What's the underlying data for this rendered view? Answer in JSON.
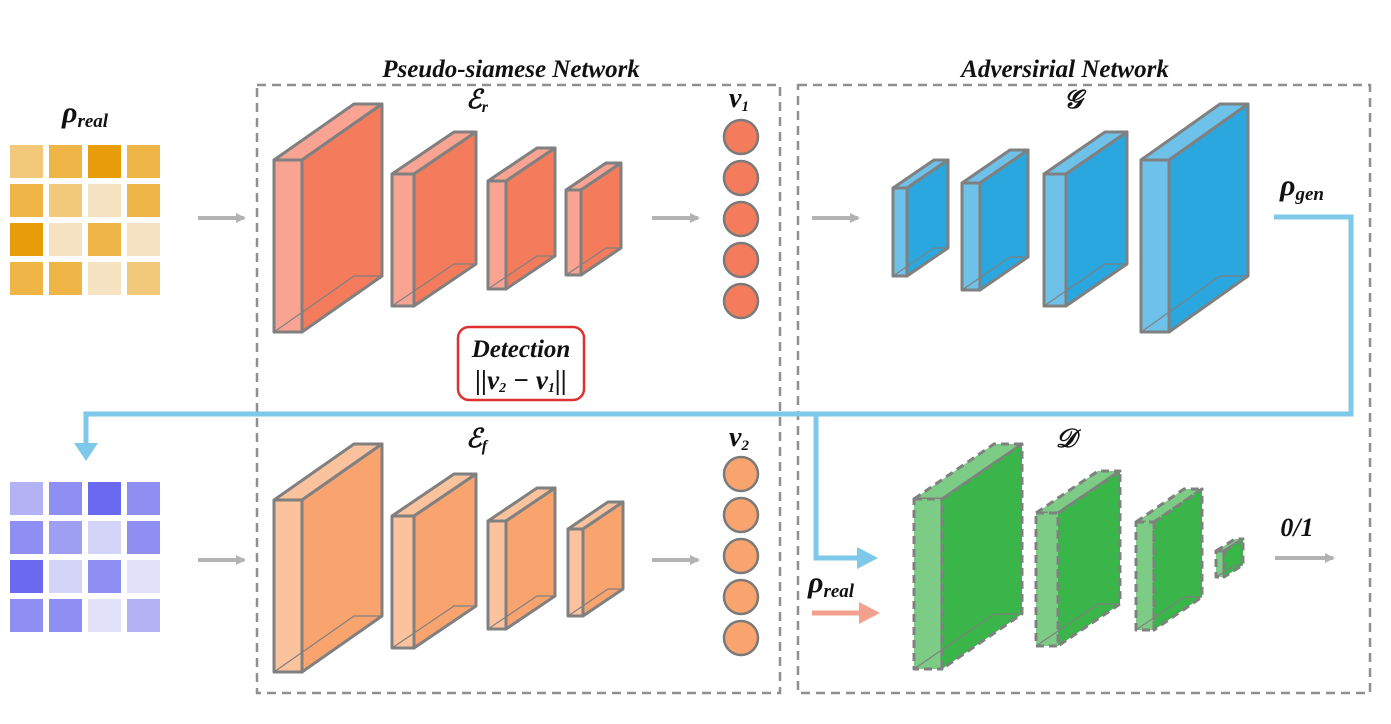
{
  "titles": {
    "pseudo_siamese": "Pseudo-siamese Network",
    "adversarial": "Adversirial Network"
  },
  "labels": {
    "rho_real_top": {
      "base": "ρ",
      "sub": "real"
    },
    "rho_real_bottom": {
      "base": "ρ",
      "sub": "real"
    },
    "rho_gen": {
      "base": "ρ",
      "sub": "gen"
    },
    "encoder_real": {
      "base": "ℰ",
      "sub": "r"
    },
    "encoder_fake": {
      "base": "ℰ",
      "sub": "f"
    },
    "generator": "𝒢",
    "discriminator": "𝒟",
    "vector_1": {
      "base": "v",
      "sub": "1"
    },
    "vector_2": {
      "base": "v",
      "sub": "2"
    },
    "output": "0/1"
  },
  "detection": {
    "title": "Detection",
    "formula": {
      "left": "||v",
      "sub1": "2",
      "mid": " − v",
      "sub2": "1",
      "right": "||"
    }
  },
  "colors": {
    "real_matrix": "#e8a419",
    "gen_matrix": "#6a6af0",
    "encoder_real": "#f47c5c",
    "encoder_fake": "#f9a36f",
    "generator": "#29a7de",
    "discriminator": "#39b54a",
    "detection_border": "#e03131",
    "flow_blue": "#7ec8ea",
    "flow_pink": "#f4a08e",
    "arrow_gray": "#b3b3b3"
  }
}
